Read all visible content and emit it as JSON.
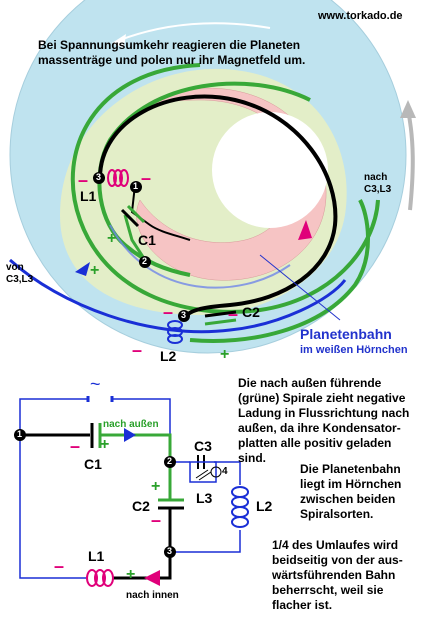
{
  "site": "www.torkado.de",
  "headline": "Bei Spannungsumkehr reagieren die Planeten massenträge und polen nur ihr Magnetfeld um.",
  "labels": {
    "L1": "L1",
    "L2": "L2",
    "L3": "L3",
    "C1": "C1",
    "C2": "C2",
    "C3": "C3",
    "nach_c3l3": "nach\nC3,L3",
    "von_c3l3": "von\nC3,L3",
    "planetenbahn": "Planetenbahn",
    "im_hoernchen": "im weißen Hörnchen",
    "nach_aussen": "nach außen",
    "nach_innen": "nach innen",
    "ac_symbol": "~"
  },
  "nodes": [
    "1",
    "2",
    "3",
    "4"
  ],
  "signs": {
    "plus": "+",
    "minus": "–"
  },
  "text_blocks": [
    "Die nach außen führende (grüne) Spirale zieht negative Ladung in Flussrichtung nach außen, da ihre Kondensator-platten alle  positiv geladen sind.",
    "Die Planetenbahn liegt im Hörnchen zwischen beiden Spiralsorten.",
    "1/4 des Umlaufes wird beidseitig von der aus-wärtsführenden Bahn beherrscht, weil sie flacher ist."
  ],
  "colors": {
    "outer_disc": "#bfe3ef",
    "pink_crescent": "#f6c4c4",
    "yellow_band": "#f2f2b8",
    "green_spiral": "#38a838",
    "black_spiral": "#000000",
    "blue_orbit": "#1a2fd6",
    "magenta": "#e0007a",
    "text_blue": "#2233cc"
  }
}
